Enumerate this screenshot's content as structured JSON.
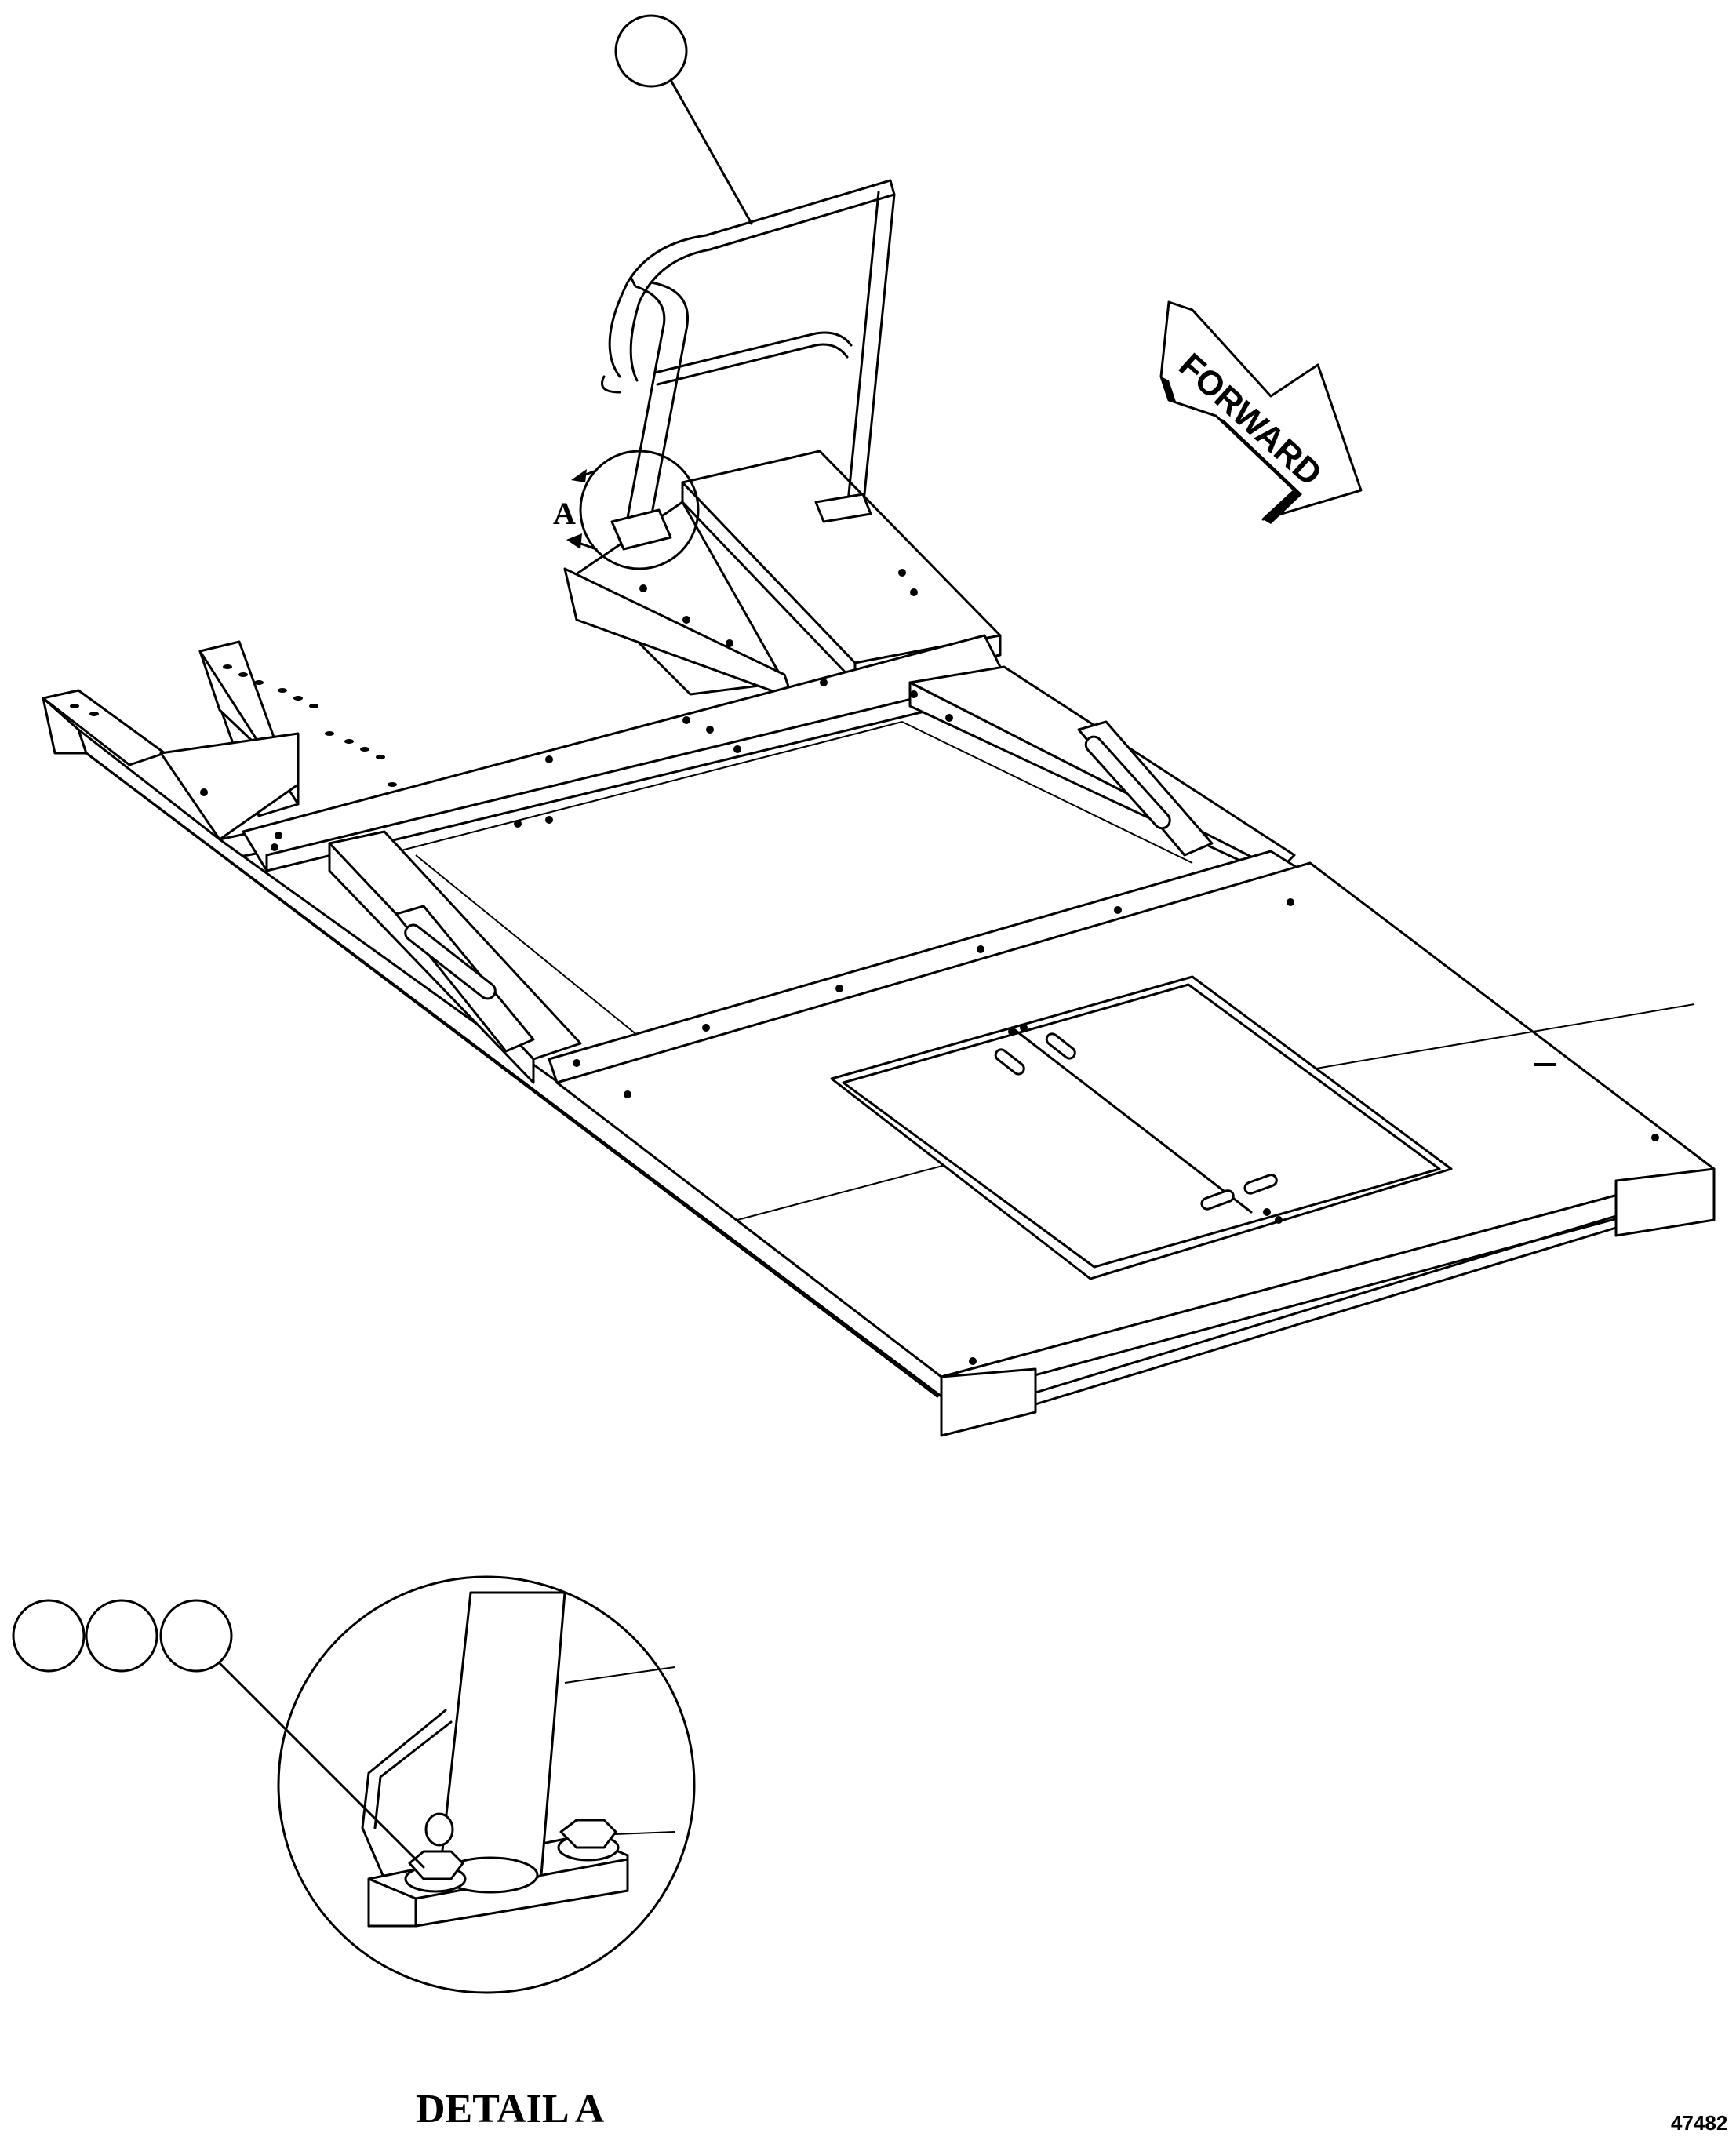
{
  "view_label": "A",
  "forward_label": "FORWARD",
  "detail_title": "DETAIL A",
  "figure_number": "47482"
}
